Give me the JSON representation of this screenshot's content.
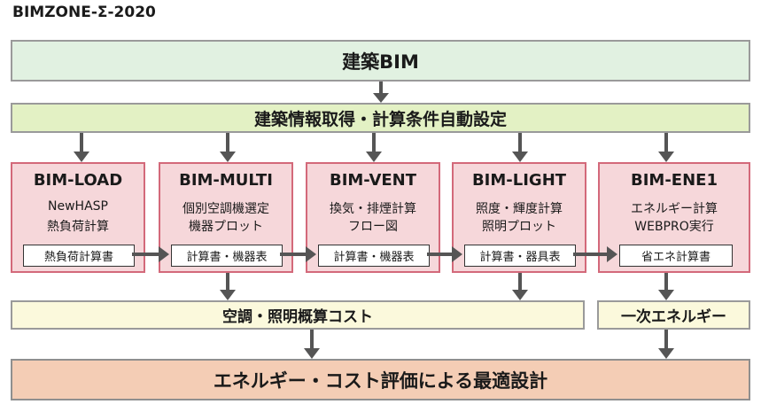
{
  "title": "BIMZONE-Σ-2020",
  "top_band": "建築BIM",
  "mid_band": "建築情報取得・計算条件自動設定",
  "modules": [
    {
      "name": "BIM-LOAD",
      "line1": "NewHASP",
      "line2": "熱負荷計算",
      "output": "熱負荷計算書"
    },
    {
      "name": "BIM-MULTI",
      "line1": "個別空調機選定",
      "line2": "機器プロット",
      "output": "計算書・機器表"
    },
    {
      "name": "BIM-VENT",
      "line1": "換気・排煙計算",
      "line2": "フロー図",
      "output": "計算書・機器表"
    },
    {
      "name": "BIM-LIGHT",
      "line1": "照度・輝度計算",
      "line2": "照明プロット",
      "output": "計算書・器具表"
    },
    {
      "name": "BIM-ENE1",
      "line1": "エネルギー計算",
      "line2": "WEBPRO実行",
      "output": "省エネ計算書"
    }
  ],
  "cost_band": "空調・照明概算コスト",
  "energy_band": "一次エネルギー",
  "bottom_band": "エネルギー・コスト評価による最適設計"
}
